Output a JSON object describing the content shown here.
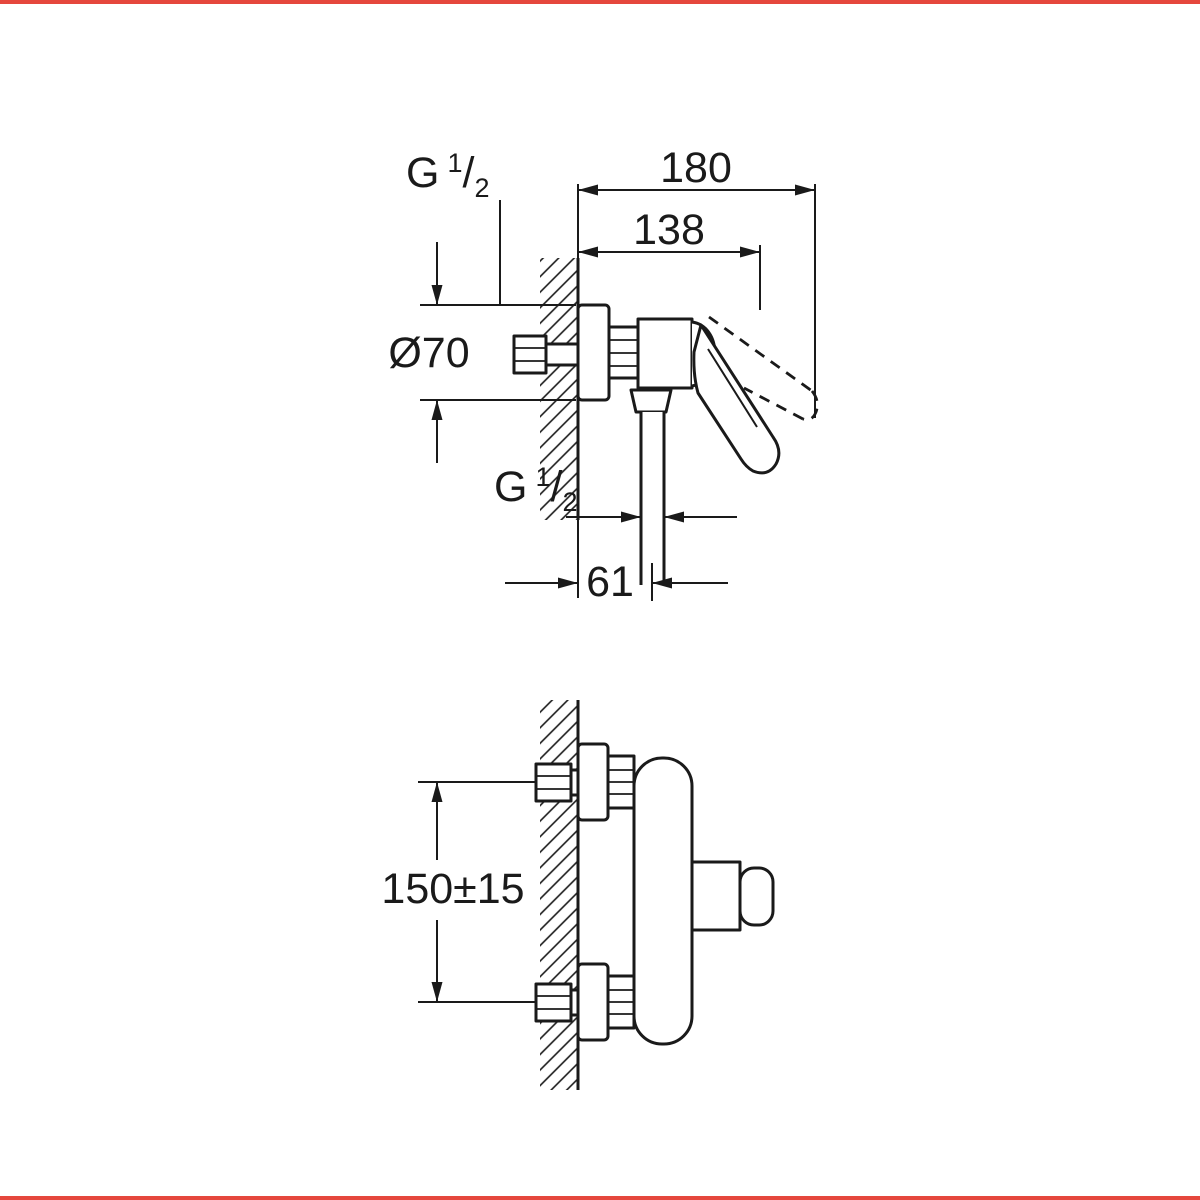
{
  "page": {
    "background": "#ffffff",
    "accent_border_color": "#e5473d"
  },
  "drawing": {
    "line_color": "#1a1a1a",
    "description": "installation-dimension-drawing-of-wall-mounted-single-lever-shower-mixer",
    "labels": {
      "total_depth": "180",
      "body_depth": "138",
      "escutcheon_diameter": "Ø70",
      "outlet_offset": "61",
      "connection_spacing": "150±15",
      "supply_thread": {
        "full": "G 1/2",
        "prefix": "G",
        "numerator": "1",
        "slash": "/",
        "denominator": "2"
      },
      "outlet_thread": {
        "full": "G 1/2",
        "prefix": "G",
        "numerator": "1",
        "slash": "/",
        "denominator": "2"
      }
    }
  }
}
